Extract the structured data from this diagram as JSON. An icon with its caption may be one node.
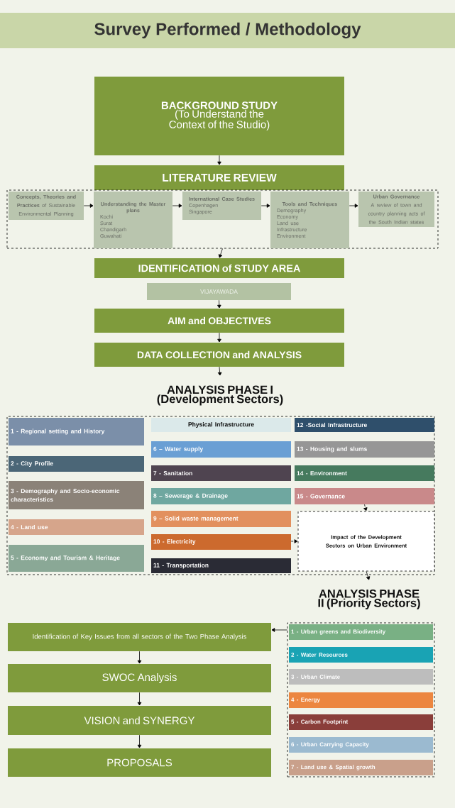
{
  "diagram": {
    "title": "Survey Performed / Methodology",
    "nodes": [
      {
        "text": [
          "BACKGROUND STUDY",
          "(To Understand the Context of the Studio)"
        ]
      },
      {
        "text": [
          "LITERATURE REVIEW"
        ]
      },
      {
        "text": [],
        "shape": "box"
      },
      {
        "text": [
          "**Concepts, Theories and Practices** of Sustainable Environmental Planning"
        ],
        "in": 2
      },
      {
        "text": [
          "Understanding the Master plans",
          "Kochi",
          "Surat",
          "Chandigarh",
          "Guwahati"
        ],
        "in": 2
      },
      {
        "text": [
          "International Case Studies",
          "Copenhagen",
          "Singapore"
        ],
        "in": 2
      },
      {
        "text": [
          "Tools and Techniques",
          "Demography",
          "Economy",
          "Land use",
          "Infrastructure",
          "Environment"
        ],
        "in": 2
      },
      {
        "text": [
          "Urban Governance",
          "A review of town and country planning acts of the South Indian states"
        ],
        "in": 2
      },
      {
        "text": [
          "IDENTIFICATION of STUDY AREA"
        ]
      },
      {
        "text": [
          "VIJAYAWADA"
        ]
      },
      {
        "text": [
          "AIM and OBJECTIVES"
        ]
      },
      {
        "text": [
          "DATA COLLECTION and ANALYSIS"
        ]
      },
      {
        "text": [
          "ANALYSIS PHASE I (Development Sectors)"
        ]
      },
      {
        "text": [],
        "shape": "box"
      },
      {
        "text": [
          "1 - Regional setting and History"
        ],
        "in": 13
      },
      {
        "text": [
          "2 - City Profile"
        ],
        "in": 13
      },
      {
        "text": [
          "3 - Demography and Socio-economic characteristics"
        ],
        "in": 13
      },
      {
        "text": [
          "4 - Land use"
        ],
        "in": 13
      },
      {
        "text": [
          "5 - Economy and Tourism & Heritage"
        ],
        "in": 13
      },
      {
        "text": [
          "Physical Infrastructure"
        ],
        "in": 13
      },
      {
        "text": [
          "6 – Water supply"
        ],
        "in": 13
      },
      {
        "text": [
          "7 - Sanitation"
        ],
        "in": 13
      },
      {
        "text": [
          "8 – Sewerage & Drainage"
        ],
        "in": 13
      },
      {
        "text": [
          "9 – Solid waste management"
        ],
        "in": 13
      },
      {
        "text": [
          "10 - Electricity"
        ],
        "in": 13
      },
      {
        "text": [
          "11 - Transportation"
        ],
        "in": 13
      },
      {
        "text": [
          "12 -Social Infrastructure"
        ],
        "in": 13
      },
      {
        "text": [
          "13 - Housing and slums"
        ],
        "in": 13
      },
      {
        "text": [
          "14 - Environment"
        ],
        "in": 13
      },
      {
        "text": [
          "15 - Governance"
        ],
        "in": 13
      },
      {
        "text": [
          "Impact of the Development Sectors on Urban Environment"
        ],
        "in": 13
      },
      {
        "text": [
          "ANALYSIS PHASE II (Priority Sectors)"
        ]
      },
      {
        "text": [],
        "shape": "box"
      },
      {
        "text": [
          "1 - Urban greens and Biodiversity"
        ],
        "in": 32
      },
      {
        "text": [
          "2 - Water Resources"
        ],
        "in": 32
      },
      {
        "text": [
          "3 - Urban  Climate"
        ],
        "in": 32
      },
      {
        "text": [
          "4 - Energy"
        ],
        "in": 32
      },
      {
        "text": [
          "5 - Carbon Footprint"
        ],
        "in": 32
      },
      {
        "text": [
          "6 - Urban Carrying Capacity"
        ],
        "in": 32
      },
      {
        "text": [
          "7 - Land use & Spatial growth"
        ],
        "in": 32
      },
      {
        "text": [
          "Identification of Key Issues from all sectors of the Two Phase Analysis"
        ]
      },
      {
        "text": [
          "SWOC Analysis"
        ]
      },
      {
        "text": [
          "VISION and SYNERGY"
        ]
      },
      {
        "text": [
          "PROPOSALS"
        ]
      }
    ],
    "edges": [
      {
        "from": 0,
        "to": 1,
        "arrow": "to"
      },
      {
        "from": 3,
        "to": 4,
        "arrow": "to"
      },
      {
        "from": 4,
        "to": 5,
        "arrow": "to"
      },
      {
        "from": 5,
        "to": 6,
        "arrow": "to"
      },
      {
        "from": 6,
        "to": 7,
        "arrow": "to"
      },
      {
        "from": 2,
        "to": 8,
        "arrow": "to"
      },
      {
        "from": 9,
        "to": 10,
        "arrow": "to"
      },
      {
        "from": 10,
        "to": 11,
        "arrow": "to"
      },
      {
        "from": 11,
        "to": 12,
        "arrow": "to"
      },
      {
        "from": 29,
        "to": 30,
        "arrow": "to",
        "style": "dashed"
      },
      {
        "from": 24,
        "to": 30,
        "arrow": "to",
        "style": "dashed"
      },
      {
        "from": 30,
        "to": 31,
        "arrow": "to"
      },
      {
        "from": 32,
        "to": 40,
        "arrow": "to"
      },
      {
        "from": 40,
        "to": 41,
        "arrow": "to"
      },
      {
        "from": 41,
        "to": 42,
        "arrow": "to"
      },
      {
        "from": 42,
        "to": 43,
        "arrow": "to"
      }
    ]
  }
}
